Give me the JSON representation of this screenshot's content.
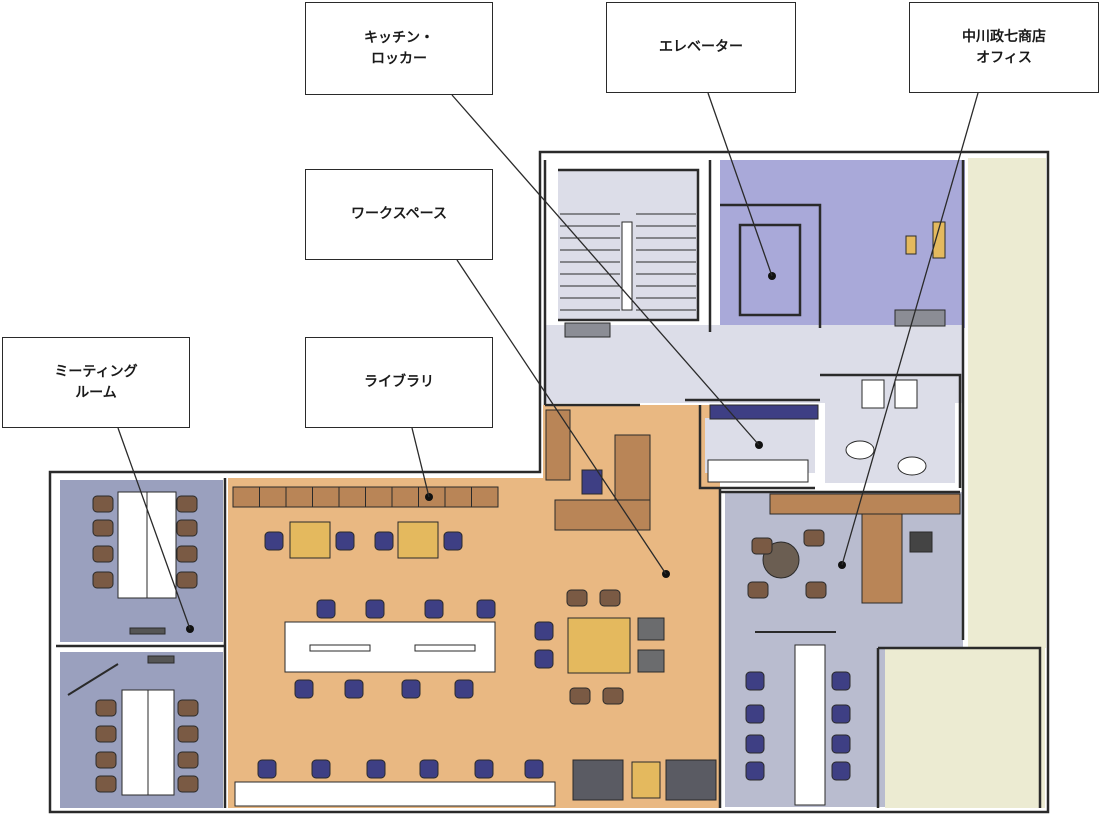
{
  "labels": {
    "kitchen": "キッチン・\nロッカー",
    "elevator": "エレベーター",
    "office": "中川政七商店\nオフィス",
    "workspace": "ワークスペース",
    "meeting": "ミーティング\nルーム",
    "library": "ライブラリ"
  },
  "colors": {
    "wood": "#e9b882",
    "slate": "#9aa0be",
    "lavender": "#a9a9d9",
    "pale": "#dcdde8",
    "cream": "#ecebd2",
    "gray_blue": "#b9bccf",
    "chair_blue": "#3e3f84",
    "chair_brown": "#7a5a44",
    "table_gold": "#e4b95e",
    "shelf_brown": "#b98557",
    "outline": "#2a2a2a"
  }
}
